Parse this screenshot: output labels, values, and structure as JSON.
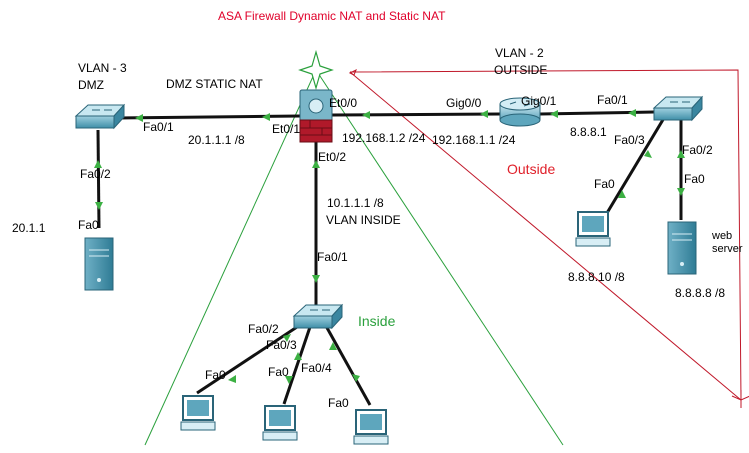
{
  "title": "ASA Firewall Dynamic NAT and Static NAT",
  "zones": {
    "dmz_vlan": "VLAN - 3",
    "dmz_name": "DMZ",
    "dmz_static_nat": "DMZ STATIC NAT",
    "outside_vlan": "VLAN - 2",
    "outside_name": "OUTSIDE",
    "outside_zone": "Outside",
    "inside_zone": "Inside",
    "inside_vlan": "VLAN INSIDE"
  },
  "devices": {
    "firewall": "ASA Firewall",
    "router": "Router",
    "dmz_switch": "DMZ Switch",
    "outside_switch": "Outside Switch",
    "inside_switch": "Inside Switch",
    "dmz_server": "DMZ Server",
    "web_server": "web server",
    "outside_pc": "Outside PC",
    "inside_pc1": "Inside PC 1",
    "inside_pc2": "Inside PC 2",
    "inside_pc3": "Inside PC 3"
  },
  "ports": {
    "dmz_sw_fa01": "Fa0/1",
    "dmz_sw_fa02": "Fa0/2",
    "dmz_srv_fa0": "Fa0",
    "asa_et01": "Et0/1",
    "asa_et00": "Et0/0",
    "asa_et02": "Et0/2",
    "rtr_gig00": "Gig0/0",
    "rtr_gig01": "Gig0/1",
    "out_sw_fa01": "Fa0/1",
    "out_sw_fa03": "Fa0/3",
    "out_sw_fa02": "Fa0/2",
    "out_pc_fa0": "Fa0",
    "web_fa0": "Fa0",
    "in_sw_fa01": "Fa0/1",
    "in_sw_fa02": "Fa0/2",
    "in_sw_fa03": "Fa0/3",
    "in_sw_fa04": "Fa0/4",
    "in_pc1_fa0": "Fa0",
    "in_pc2_fa0": "Fa0",
    "in_pc3_fa0": "Fa0"
  },
  "addresses": {
    "dmz_gw": "20.1.1.1 /8",
    "dmz_server": "20.1.1",
    "asa_outside": "192.168.1.2 /24",
    "rtr_outside": "192.168.1.1 /24",
    "rtr_internet": "8.8.8.1",
    "asa_inside": "10.1.1.1 /8",
    "outside_pc": "8.8.8.10 /8",
    "web_server": "8.8.8.8 /8"
  },
  "colors": {
    "link": "#111111",
    "link_end": "#3cb043",
    "inside_zone": "#2aa03c",
    "outside_zone": "#e0202a",
    "title": "#e0002a"
  }
}
